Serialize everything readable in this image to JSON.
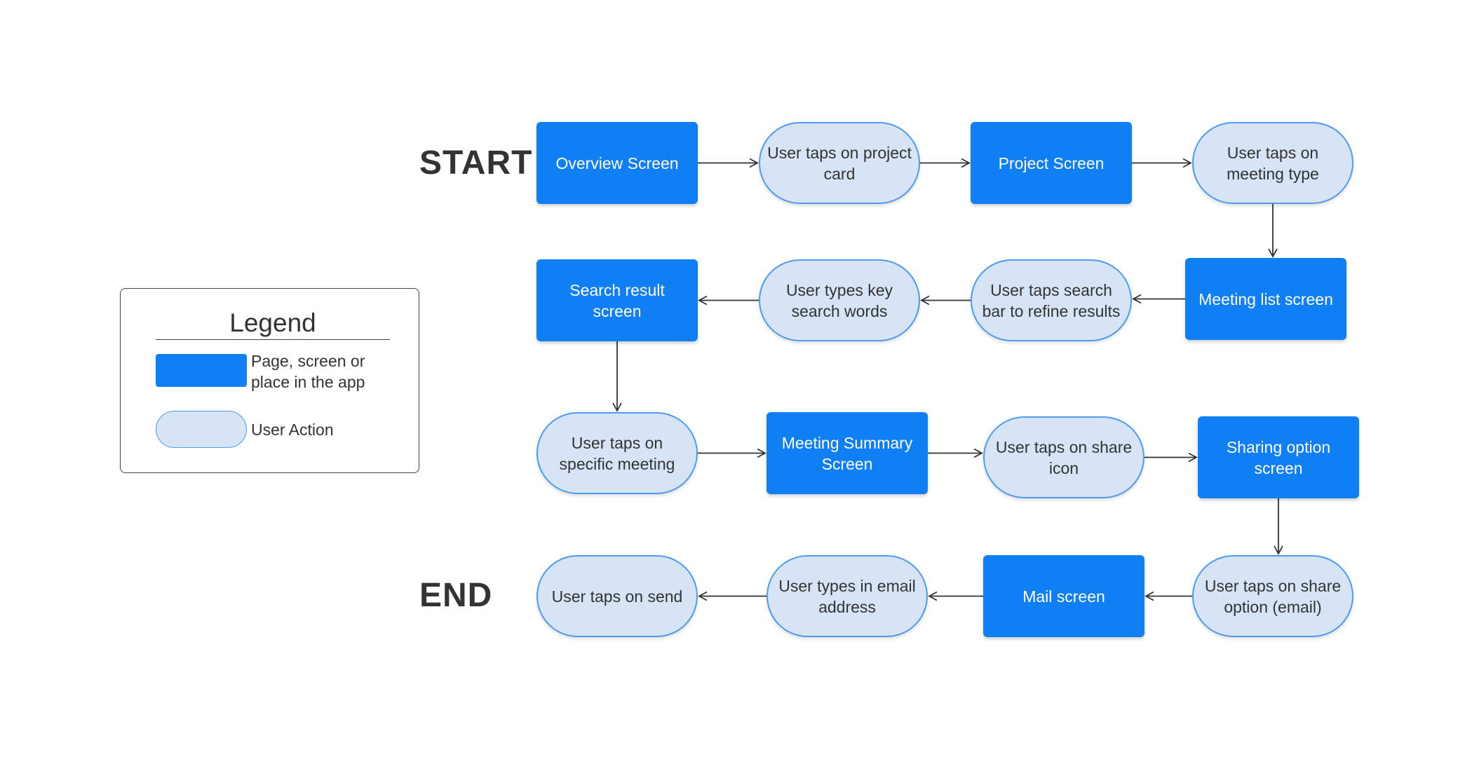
{
  "labels": {
    "start": "START",
    "end": "END"
  },
  "legend": {
    "title": "Legend",
    "screen_label": "Page, screen or place in the app",
    "action_label": "User Action"
  },
  "nodes": {
    "overview_screen": "Overview Screen",
    "tap_project_card": "User taps on project card",
    "project_screen": "Project Screen",
    "tap_meeting_type": "User taps on meeting type",
    "meeting_list_screen": "Meeting list screen",
    "tap_search_bar": "User taps search bar to refine results",
    "type_search_words": "User types key search words",
    "search_result_screen": "Search result screen",
    "tap_specific_meeting": "User taps on specific meeting",
    "meeting_summary_screen": "Meeting Summary Screen",
    "tap_share_icon": "User taps on share icon",
    "sharing_option_screen": "Sharing option screen",
    "tap_share_option_email": "User taps on share option (email)",
    "mail_screen": "Mail screen",
    "type_email_address": "User types in email address",
    "tap_send": "User taps on send"
  },
  "colors": {
    "screen_fill": "#0f7ff3",
    "action_fill": "#d6e4f5",
    "action_border": "#4e9bf0",
    "connector": "#333333",
    "text_dark": "#333333"
  },
  "flow": [
    [
      "overview_screen",
      "tap_project_card"
    ],
    [
      "tap_project_card",
      "project_screen"
    ],
    [
      "project_screen",
      "tap_meeting_type"
    ],
    [
      "tap_meeting_type",
      "meeting_list_screen"
    ],
    [
      "meeting_list_screen",
      "tap_search_bar"
    ],
    [
      "tap_search_bar",
      "type_search_words"
    ],
    [
      "type_search_words",
      "search_result_screen"
    ],
    [
      "search_result_screen",
      "tap_specific_meeting"
    ],
    [
      "tap_specific_meeting",
      "meeting_summary_screen"
    ],
    [
      "meeting_summary_screen",
      "tap_share_icon"
    ],
    [
      "tap_share_icon",
      "sharing_option_screen"
    ],
    [
      "sharing_option_screen",
      "tap_share_option_email"
    ],
    [
      "tap_share_option_email",
      "mail_screen"
    ],
    [
      "mail_screen",
      "type_email_address"
    ],
    [
      "type_email_address",
      "tap_send"
    ]
  ]
}
